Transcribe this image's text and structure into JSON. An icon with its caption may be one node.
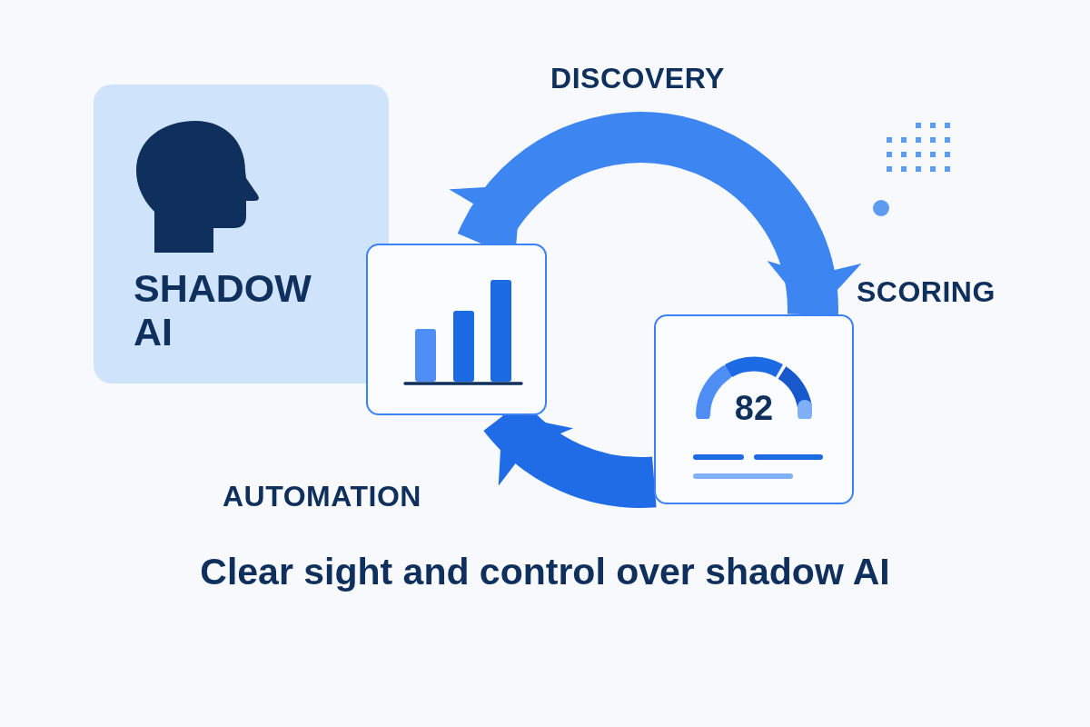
{
  "diagram": {
    "caption": "Clear sight and control over shadow AI",
    "nodes": [
      {
        "text": [
          "SHADOW AI"
        ]
      },
      {
        "text": [],
        "shape": "box"
      },
      {
        "text": [
          "82"
        ]
      }
    ],
    "edges": [
      {
        "from": 1,
        "to": 2,
        "arrow": "to"
      },
      {
        "from": 2,
        "to": 1,
        "arrow": "to"
      }
    ],
    "labels": [
      "DISCOVERY",
      "SCORING",
      "AUTOMATION"
    ]
  }
}
